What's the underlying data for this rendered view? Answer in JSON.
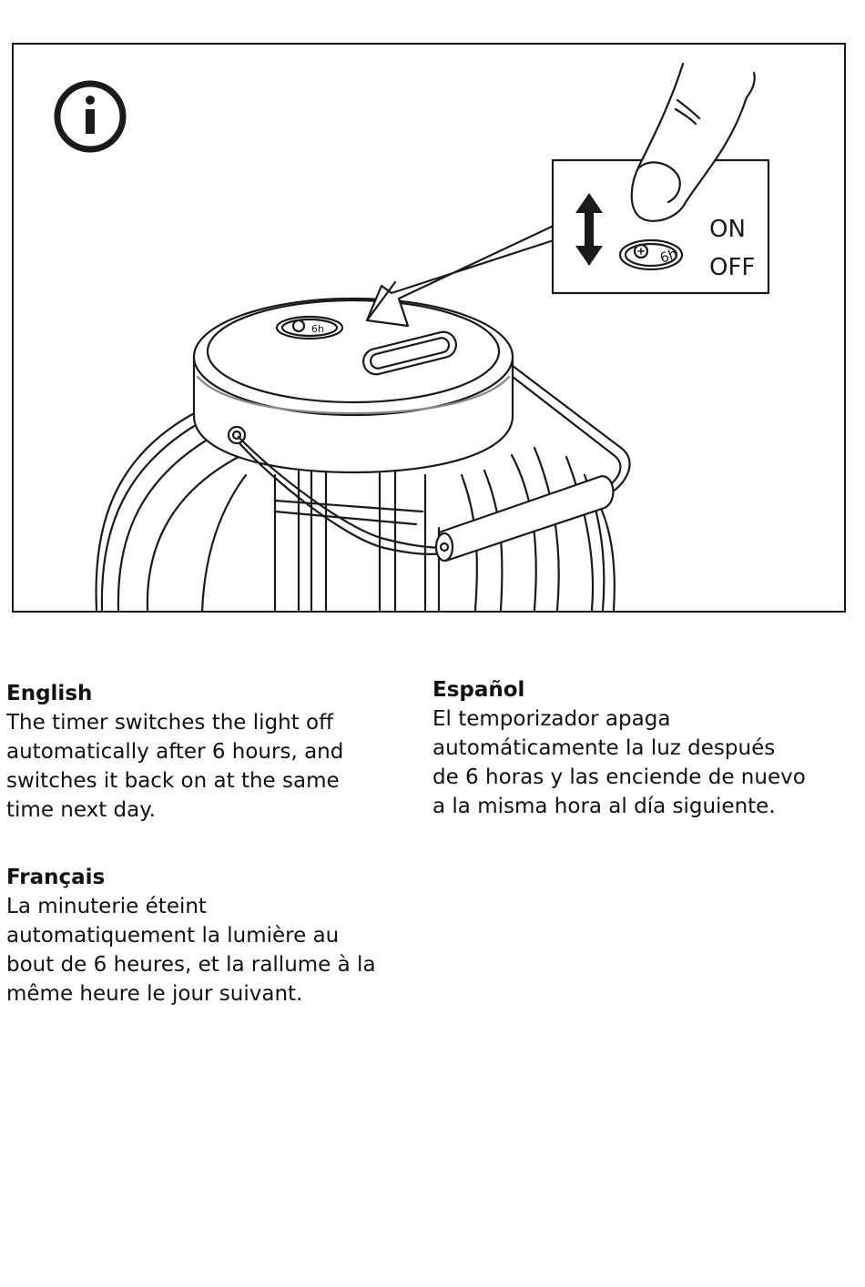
{
  "illustration": {
    "icons": [
      "info-icon",
      "finger-icon",
      "double-arrow-icon",
      "timer-symbol-icon",
      "pointer-arrow-icon"
    ],
    "switch_on_label": "ON",
    "switch_off_label": "OFF",
    "timer_symbol_text": "6h"
  },
  "instructions": {
    "english": {
      "heading": "English",
      "body": "The timer switches the light off\nautomatically after 6 hours, and\nswitches it back on at the same\ntime next day."
    },
    "french": {
      "heading": "Français",
      "body": "La minuterie éteint\nautomatiquement la lumière au\nbout de 6 heures, et la rallume à la\nmême heure le jour suivant."
    },
    "spanish": {
      "heading": "Español",
      "body": "El temporizador apaga\nautomáticamente la luz después\nde 6 horas y las enciende de nuevo\na la misma hora al día siguiente."
    }
  }
}
